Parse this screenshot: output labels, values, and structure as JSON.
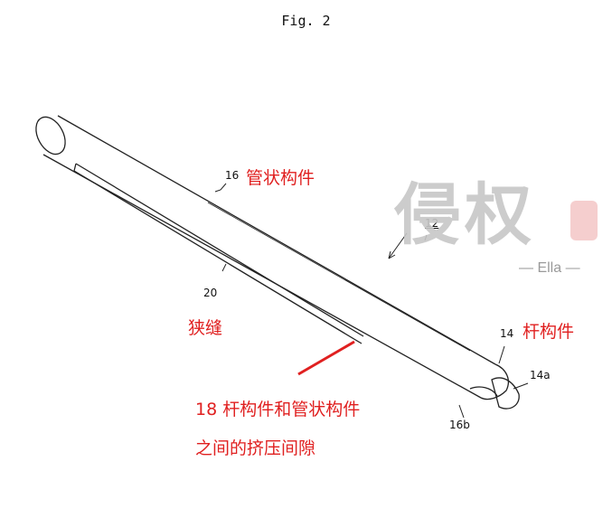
{
  "figure": {
    "title": "Fig. 2",
    "labels": {
      "tube": "16",
      "assembly": "12",
      "slot": "20",
      "rod": "14",
      "rod_tip": "14a",
      "tube_end": "16b"
    }
  },
  "annotations": {
    "tube": "管状构件",
    "rod": "杆构件",
    "slot": "狭缝",
    "gap_line1": "18  杆构件和管状构件",
    "gap_line2": "之间的挤压间隙"
  },
  "watermark": {
    "chars": "侵权",
    "name": "— Ella —"
  },
  "colors": {
    "annotation": "#e02020",
    "drawing": "#222222"
  }
}
